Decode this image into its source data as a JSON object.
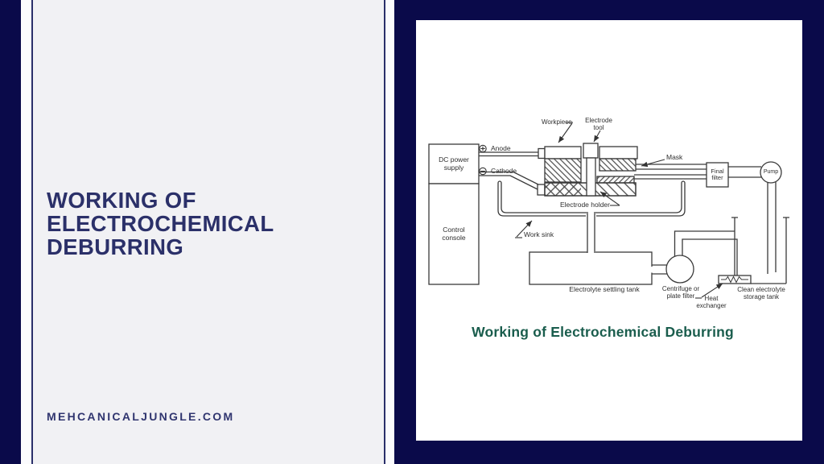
{
  "left_panel": {
    "title_lines": [
      "WORKING OF",
      "ELECTROCHEMICAL",
      "DEBURRING"
    ],
    "website": "MEHCANICALJUNGLE.COM"
  },
  "diagram": {
    "caption": "Working of Electrochemical Deburring",
    "boxes": {
      "dc_power_supply": "DC power\nsupply",
      "control_console": "Control\nconsole",
      "final_filter": "Final\nfilter",
      "pump": "Pump"
    },
    "labels": {
      "anode": "Anode",
      "cathode": "Cathode",
      "workpiece": "Workpiece",
      "electrode_tool": "Electrode\ntool",
      "mask": "Mask",
      "electrode_holder": "Electrode holder",
      "work_sink": "Work sink",
      "electrolyte_settling_tank": "Electrolyte settling tank",
      "centrifuge_filter": "Centrifuge or\nplate filter",
      "heat_exchanger": "Heat\nexchanger",
      "clean_electrolyte_storage_tank": "Clean electrolyte\nstorage tank"
    },
    "icons": {
      "anode_polarity": "plus-circle",
      "cathode_polarity": "minus-circle"
    },
    "colors": {
      "navy": "#0a0a4a",
      "title_text": "#2b3069",
      "caption_green": "#1a5d4d",
      "diagram_line": "#3a3a3a"
    }
  }
}
